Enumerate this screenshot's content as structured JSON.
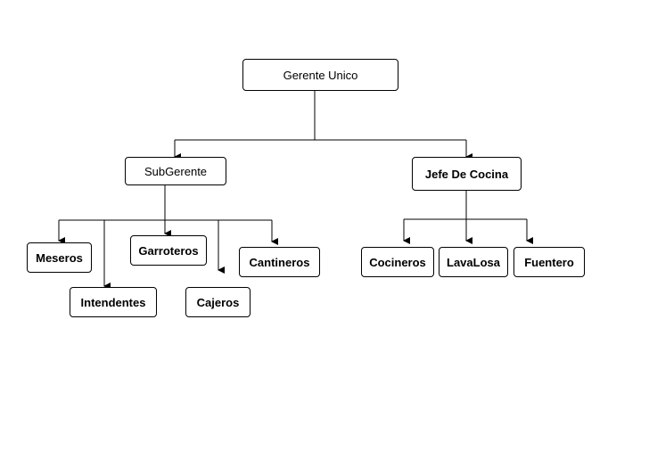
{
  "diagram": {
    "type": "org-chart",
    "line_color": "#000000",
    "box_border_color": "#000000",
    "root": {
      "label": "Gerente Unico"
    },
    "branches": [
      {
        "label": "SubGerente",
        "children": [
          "Meseros",
          "Intendentes",
          "Garroteros",
          "Cajeros",
          "Cantineros"
        ]
      },
      {
        "label": "Jefe De Cocina",
        "children": [
          "Cocineros",
          "LavaLosa",
          "Fuentero"
        ]
      }
    ]
  }
}
